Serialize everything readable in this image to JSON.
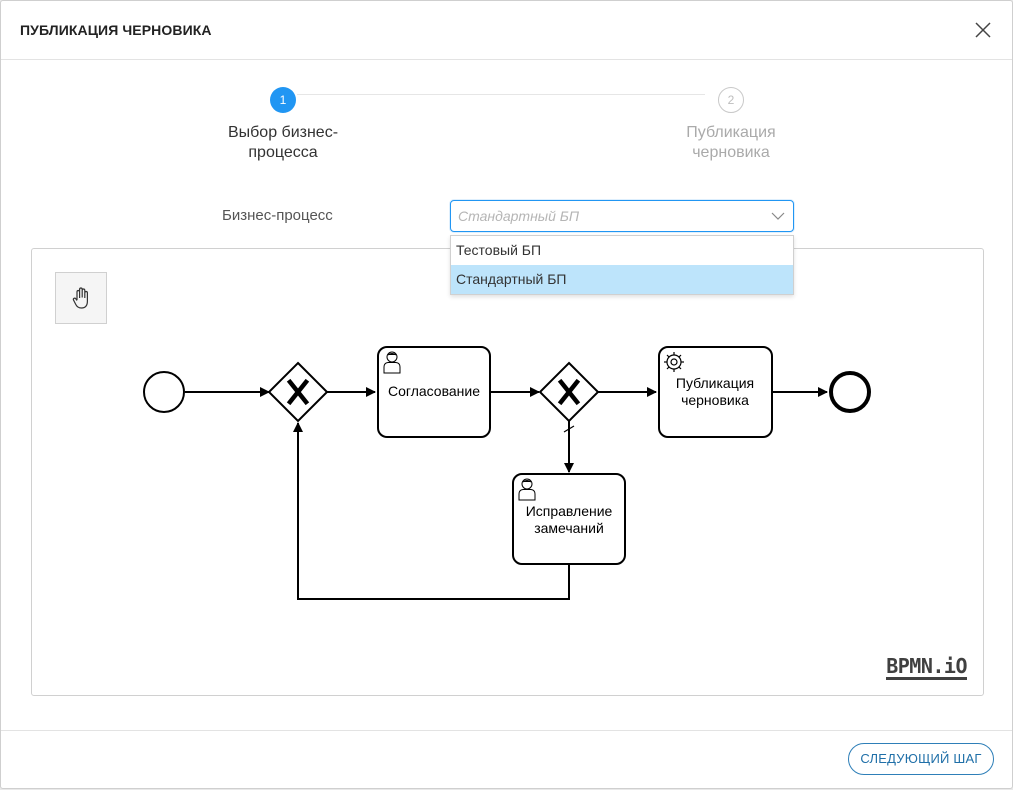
{
  "dialog": {
    "title": "ПУБЛИКАЦИЯ ЧЕРНОВИКА"
  },
  "stepper": {
    "steps": [
      {
        "number": "1",
        "label": "Выбор бизнес-процесса",
        "label_line1": "Выбор бизнес-",
        "label_line2": "процесса",
        "state": "active"
      },
      {
        "number": "2",
        "label": "Публикация черновика",
        "label_line1": "Публикация",
        "label_line2": "черновика",
        "state": "inactive"
      }
    ]
  },
  "form": {
    "business_process_label": "Бизнес-процесс",
    "business_process_placeholder": "Стандартный БП",
    "options": [
      "Тестовый БП",
      "Стандартный БП"
    ],
    "selected_option": "Стандартный БП"
  },
  "diagram": {
    "tasks": [
      {
        "name": "Согласование",
        "type": "user-task",
        "lines": [
          "Согласование"
        ]
      },
      {
        "name": "Публикация черновика",
        "type": "service-task",
        "lines": [
          "Публикация",
          "черновика"
        ]
      },
      {
        "name": "Исправление замечаний",
        "type": "user-task",
        "lines": [
          "Исправление",
          "замечаний"
        ]
      }
    ],
    "watermark": "BPMN.iO"
  },
  "footer": {
    "next_label": "СЛЕДУЮЩИЙ ШАГ"
  },
  "colors": {
    "accent": "#2196f3",
    "selected_option_bg": "#bde4fb",
    "button_text": "#1f6fa8"
  }
}
